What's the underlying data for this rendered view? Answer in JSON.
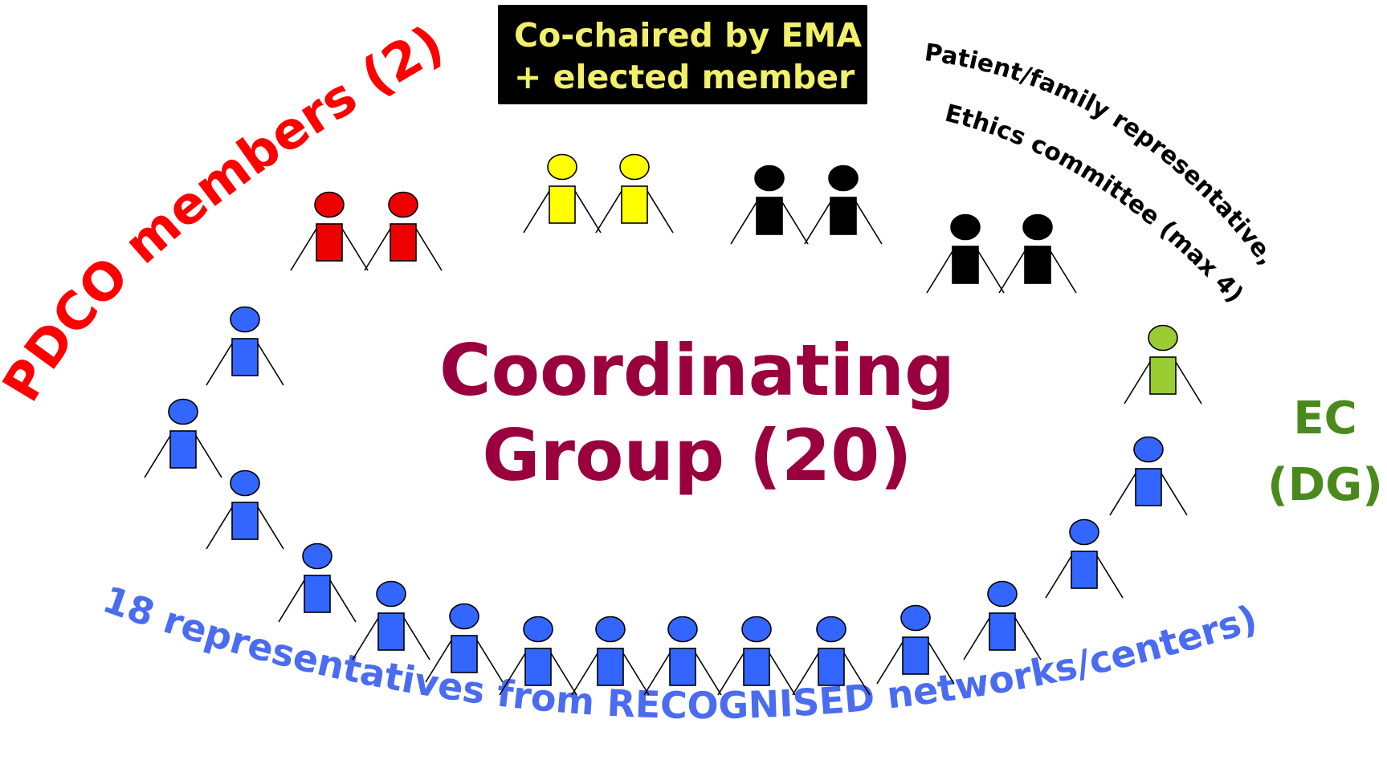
{
  "cochair": {
    "line1": "Co-chaired by EMA",
    "line2": "+ elected member",
    "box_color": "#000000",
    "text_color": "#f2f06a"
  },
  "center_title": {
    "line1": "Coordinating",
    "line2": "Group (20)",
    "color": "#99003d"
  },
  "pdco_label": {
    "text": "PDCO members (2)",
    "color": "#ff0000"
  },
  "patient_label": {
    "line1": "Patient/family representative,",
    "line2": "Ethics committee (max 4)",
    "color": "#000000"
  },
  "ec_label": {
    "line1": "EC",
    "line2": "(DG)",
    "color": "#4a8a1c"
  },
  "networks_label": {
    "text": "18 representatives from RECOGNISED networks/centers)",
    "color": "#4a6cf0"
  },
  "figure_colors": {
    "pdco": "#ee0000",
    "cochair": "#ffff00",
    "patient": "#000000",
    "ec": "#9acd32",
    "network": "#3366ff"
  },
  "figure_groups": [
    {
      "group": "pdco",
      "count": 2,
      "paired": true
    },
    {
      "group": "cochair",
      "count": 2,
      "paired": true
    },
    {
      "group": "patient",
      "count": 4,
      "paired": true
    },
    {
      "group": "ec",
      "count": 1,
      "paired": false
    },
    {
      "group": "network",
      "count": 18,
      "paired": false
    }
  ]
}
